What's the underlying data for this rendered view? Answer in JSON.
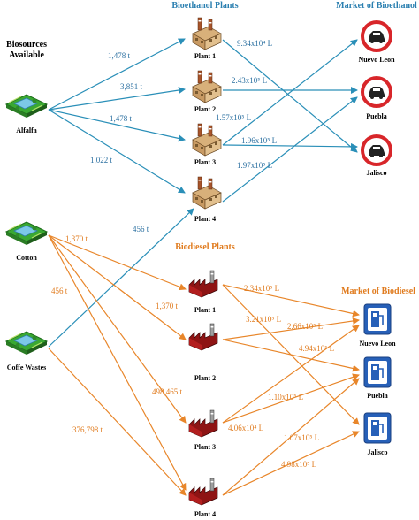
{
  "headers": {
    "bioethanol_plants": "Bioethanol Plants",
    "market_bioethanol": "Market of Bioethanol",
    "biosources": "Biosources",
    "available": "Available",
    "biodiesel_plants": "Biodiesel Plants",
    "market_biodiesel": "Market of Biodiesel"
  },
  "sources": [
    {
      "id": "alfalfa",
      "label": "Alfalfa"
    },
    {
      "id": "cotton",
      "label": "Cotton"
    },
    {
      "id": "coffee",
      "label": "Coffe Wastes"
    }
  ],
  "ethanol_plants": [
    {
      "id": "ep1",
      "label": "Plant 1"
    },
    {
      "id": "ep2",
      "label": "Plant 2"
    },
    {
      "id": "ep3",
      "label": "Plant 3"
    },
    {
      "id": "ep4",
      "label": "Plant 4"
    }
  ],
  "diesel_plants": [
    {
      "id": "dp1",
      "label": "Plant 1"
    },
    {
      "id": "dp2",
      "label": "Plant 2"
    },
    {
      "id": "dp3",
      "label": "Plant 3"
    },
    {
      "id": "dp4",
      "label": "Plant 4"
    }
  ],
  "ethanol_markets": [
    {
      "id": "em1",
      "label": "Nuevo Leon"
    },
    {
      "id": "em2",
      "label": "Puebla"
    },
    {
      "id": "em3",
      "label": "Jalisco"
    }
  ],
  "diesel_markets": [
    {
      "id": "dm1",
      "label": "Nuevo Leon"
    },
    {
      "id": "dm2",
      "label": "Puebla"
    },
    {
      "id": "dm3",
      "label": "Jalisco"
    }
  ],
  "flows": [
    {
      "from": "alfalfa",
      "to": "ep1",
      "label": "1,478 t",
      "color": "blue"
    },
    {
      "from": "alfalfa",
      "to": "ep2",
      "label": "3,851 t",
      "color": "blue"
    },
    {
      "from": "alfalfa",
      "to": "ep3",
      "label": "1,478 t",
      "color": "blue"
    },
    {
      "from": "alfalfa",
      "to": "ep4",
      "label": "1,022 t",
      "color": "blue"
    },
    {
      "from": "coffee",
      "to": "ep4",
      "label": "456 t",
      "color": "blue"
    },
    {
      "from": "ep1",
      "to": "em3",
      "label": "9.34x10⁴ L",
      "color": "blue"
    },
    {
      "from": "ep2",
      "to": "em2",
      "label": "2.43x10⁵ L",
      "color": "blue"
    },
    {
      "from": "ep3",
      "to": "em1",
      "label": "1.57x10⁵ L",
      "color": "blue"
    },
    {
      "from": "ep3",
      "to": "em3",
      "label": "1.96x10⁵ L",
      "color": "blue"
    },
    {
      "from": "ep4",
      "to": "em2",
      "label": "1.97x10⁵ L",
      "color": "blue"
    },
    {
      "from": "cotton",
      "to": "dp1",
      "label": "1,370 t",
      "color": "orange"
    },
    {
      "from": "cotton",
      "to": "dp2",
      "label": "1,370 t",
      "color": "orange"
    },
    {
      "from": "cotton",
      "to": "dp3",
      "label": "498,465 t",
      "color": "orange"
    },
    {
      "from": "cotton",
      "to": "dp4",
      "label": "456 t",
      "color": "orange"
    },
    {
      "from": "coffee",
      "to": "dp4",
      "label": "376,798 t",
      "color": "orange"
    },
    {
      "from": "dp1",
      "to": "dm3",
      "label": "2.34x10⁵ L",
      "color": "orange"
    },
    {
      "from": "dp1",
      "to": "dm1",
      "label": "3.21x10⁵ L",
      "color": "orange"
    },
    {
      "from": "dp2",
      "to": "dm1",
      "label": "2.66x10⁵ L",
      "color": "orange"
    },
    {
      "from": "dp2",
      "to": "dm2",
      "label": "4.94x10⁵ L",
      "color": "orange"
    },
    {
      "from": "dp3",
      "to": "dm1",
      "label": "1.10x10⁵ L",
      "color": "orange"
    },
    {
      "from": "dp3",
      "to": "dm2",
      "label": "4.06x10⁴ L",
      "color": "orange"
    },
    {
      "from": "dp4",
      "to": "dm2",
      "label": "1.07x10⁵ L",
      "color": "orange"
    },
    {
      "from": "dp4",
      "to": "dm3",
      "label": "4.98x10⁵ L",
      "color": "orange"
    }
  ],
  "colors": {
    "ethanol_flow": "#2a8fb8",
    "diesel_flow": "#e8862a",
    "ethanol_header": "#2a7fb0",
    "diesel_header": "#e07b1e",
    "sign_red": "#d8262a",
    "sign_blue": "#2760b8"
  }
}
